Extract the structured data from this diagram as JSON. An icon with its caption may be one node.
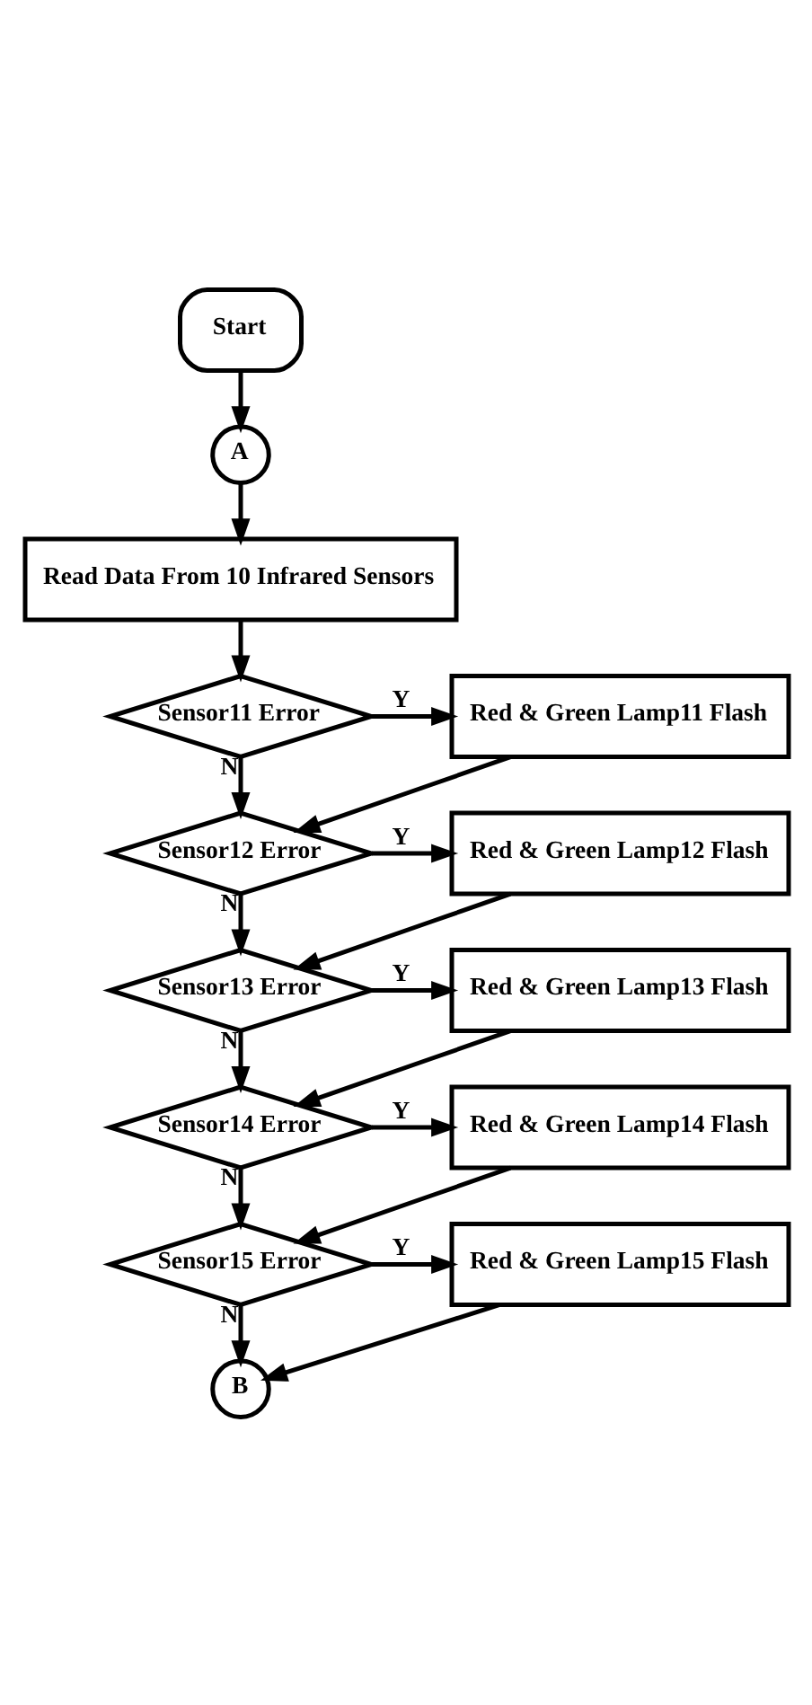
{
  "diagram": {
    "nodes": [
      {
        "text": [
          "Start"
        ]
      },
      {
        "text": [
          "A"
        ]
      },
      {
        "text": [
          "Read Data From 10 Infrared Sensors"
        ]
      },
      {
        "text": [
          "Sensor11 Error"
        ]
      },
      {
        "text": [
          "Red & Green Lamp11 Flash"
        ]
      },
      {
        "text": [
          "Sensor12 Error"
        ]
      },
      {
        "text": [
          "Red & Green Lamp12 Flash"
        ]
      },
      {
        "text": [
          "Sensor13 Error"
        ]
      },
      {
        "text": [
          "Red & Green Lamp13 Flash"
        ]
      },
      {
        "text": [
          "Sensor14 Error"
        ]
      },
      {
        "text": [
          "Red & Green Lamp14 Flash"
        ]
      },
      {
        "text": [
          "Sensor15 Error"
        ]
      },
      {
        "text": [
          "Red & Green Lamp15 Flash"
        ]
      },
      {
        "text": [
          "B"
        ]
      }
    ],
    "edges": [
      {
        "from": 0,
        "to": 1,
        "arrow": "to"
      },
      {
        "from": 1,
        "to": 2,
        "arrow": "to"
      },
      {
        "from": 2,
        "to": 3,
        "arrow": "to"
      },
      {
        "from": 3,
        "to": 4,
        "label": "Y",
        "arrow": "to"
      },
      {
        "from": 3,
        "to": 5,
        "label": "N",
        "arrow": "to"
      },
      {
        "from": 4,
        "to": 5,
        "arrow": "to"
      },
      {
        "from": 5,
        "to": 6,
        "label": "Y",
        "arrow": "to"
      },
      {
        "from": 5,
        "to": 7,
        "label": "N",
        "arrow": "to"
      },
      {
        "from": 6,
        "to": 7,
        "arrow": "to"
      },
      {
        "from": 7,
        "to": 8,
        "label": "Y",
        "arrow": "to"
      },
      {
        "from": 7,
        "to": 9,
        "label": "N",
        "arrow": "to"
      },
      {
        "from": 8,
        "to": 9,
        "arrow": "to"
      },
      {
        "from": 9,
        "to": 10,
        "label": "Y",
        "arrow": "to"
      },
      {
        "from": 9,
        "to": 11,
        "label": "N",
        "arrow": "to"
      },
      {
        "from": 10,
        "to": 11,
        "arrow": "to"
      },
      {
        "from": 11,
        "to": 12,
        "label": "Y",
        "arrow": "to"
      },
      {
        "from": 11,
        "to": 13,
        "label": "N",
        "arrow": "to"
      },
      {
        "from": 12,
        "to": 13,
        "arrow": "to"
      }
    ]
  }
}
